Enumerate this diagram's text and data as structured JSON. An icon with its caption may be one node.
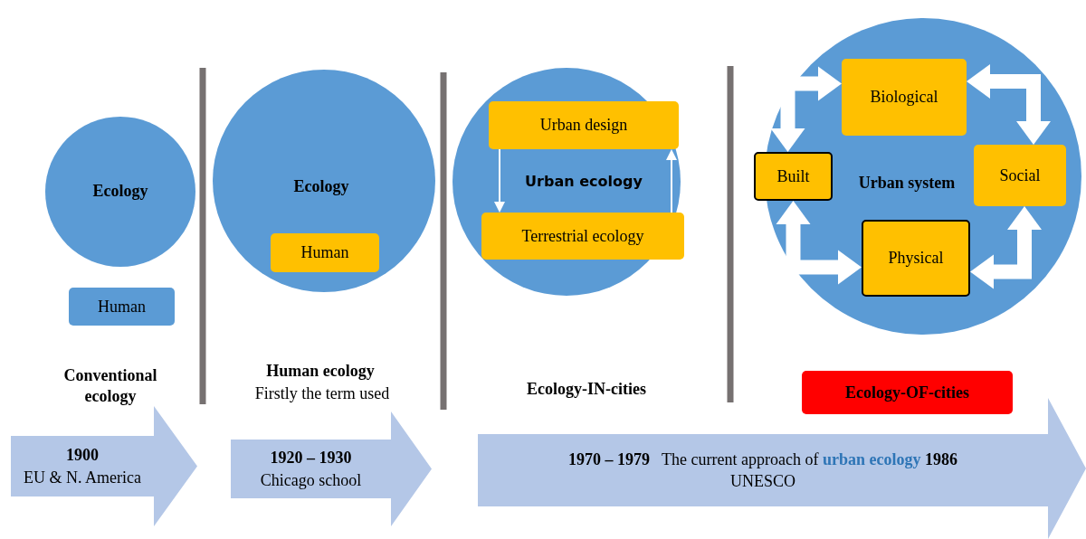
{
  "diagram": {
    "nodes": [
      {
        "text": [
          "Ecology"
        ]
      },
      {
        "text": [
          "Human"
        ]
      },
      {
        "text": [
          "Ecology"
        ]
      },
      {
        "text": [
          "Human"
        ],
        "in": 2
      },
      {
        "text": [
          "Urban ecology"
        ]
      },
      {
        "text": [
          "Urban design"
        ],
        "in": 4
      },
      {
        "text": [
          "Terrestrial ecology"
        ],
        "in": 4
      },
      {
        "text": [
          "Urban system"
        ]
      },
      {
        "text": [
          "Biological"
        ],
        "in": 7
      },
      {
        "text": [
          "Built"
        ],
        "in": 7
      },
      {
        "text": [
          "Social"
        ],
        "in": 7
      },
      {
        "text": [
          "Physical"
        ],
        "in": 7
      },
      {
        "text": [
          "Ecology-OF-cities"
        ]
      },
      {
        "text": [
          "1900",
          "EU & N. America"
        ]
      },
      {
        "text": [
          "1920 – 1930",
          "Chicago school"
        ]
      },
      {
        "text": [
          "**1970 – 1979** The current approach of **urban ecology** **1986**",
          "UNESCO"
        ]
      }
    ],
    "edges": [
      {
        "from": 5,
        "to": 6,
        "arrow": "to"
      },
      {
        "from": 6,
        "to": 5,
        "arrow": "to"
      },
      {
        "from": 8,
        "to": 9,
        "arrow": "both"
      },
      {
        "from": 8,
        "to": 10,
        "arrow": "both"
      },
      {
        "from": 9,
        "to": 11,
        "arrow": "both"
      },
      {
        "from": 11,
        "to": 10,
        "arrow": "both"
      }
    ],
    "labels": [
      "Conventional ecology",
      "Human ecology",
      "Firstly the term used",
      "Ecology-IN-cities"
    ]
  }
}
